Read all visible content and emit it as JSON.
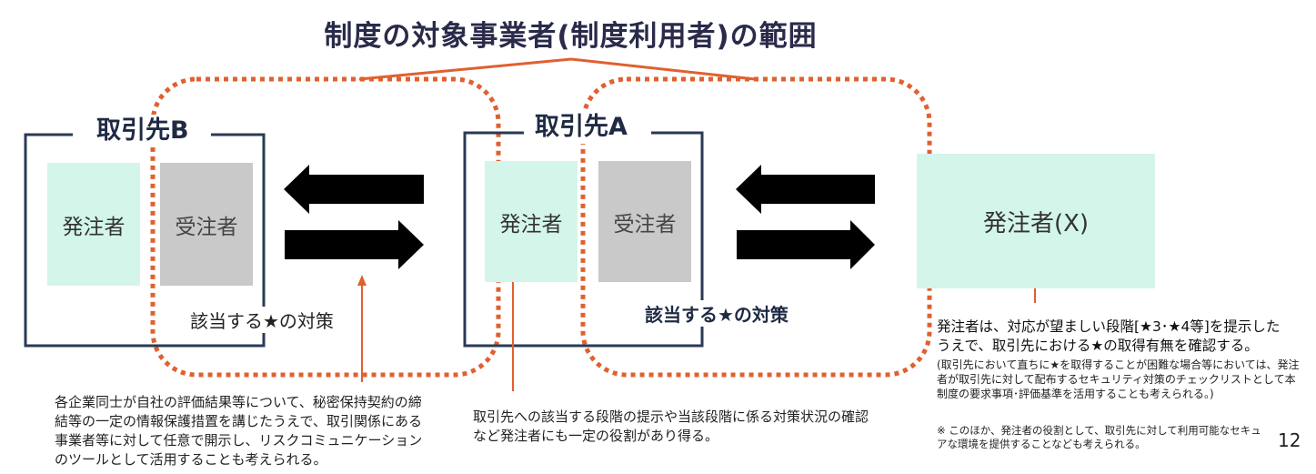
{
  "title": "制度の対象事業者(制度利用者)の範囲",
  "party_b": {
    "label": "取引先B",
    "orderer": "発注者",
    "contractor": "受注者",
    "measure": "該当する★の対策"
  },
  "party_a": {
    "label": "取引先A",
    "orderer": "発注者",
    "contractor": "受注者",
    "measure": "該当する★の対策"
  },
  "orderer_x": "発注者(X)",
  "note_left": "各企業同士が自社の評価結果等について、秘密保持契約の締結等の一定の情報保護措置を講じたうえで、取引関係にある事業者等に対して任意で開示し、リスクコミュニケーションのツールとして活用することも考えられる。",
  "note_center": "取引先への該当する段階の提示や当該段階に係る対策状況の確認など発注者にも一定の役割があり得る。",
  "note_right_main": "発注者は、対応が望ましい段階[★3･★4等]を提示したうえで、取引先における★の取得有無を確認する。",
  "note_right_sub": "(取引先において直ちに★を取得することが困難な場合等においては、発注者が取引先に対して配布するセキュリティ対策のチェックリストとして本制度の要求事項･評価基準を活用することも考えられる。)",
  "note_right_footer": "※ このほか、発注者の役割として、取引先に対して利用可能なセキュアな環境を提供することなども考えられる。",
  "page_number": "12",
  "colors": {
    "accent": "#e0602f",
    "navy": "#2a3a55",
    "tile_green": "#d3f5ea",
    "tile_gray": "#c9c9c9"
  }
}
